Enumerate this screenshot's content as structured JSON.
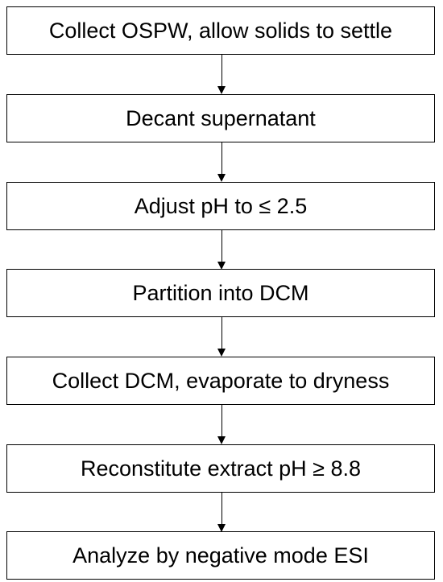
{
  "flowchart": {
    "steps": [
      {
        "label": "Collect OSPW, allow solids to settle"
      },
      {
        "label": "Decant supernatant"
      },
      {
        "label": "Adjust pH to ≤ 2.5"
      },
      {
        "label": "Partition into DCM"
      },
      {
        "label": "Collect DCM, evaporate to dryness"
      },
      {
        "label": "Reconstitute extract pH ≥ 8.8"
      },
      {
        "label": "Analyze by negative mode ESI"
      }
    ]
  }
}
